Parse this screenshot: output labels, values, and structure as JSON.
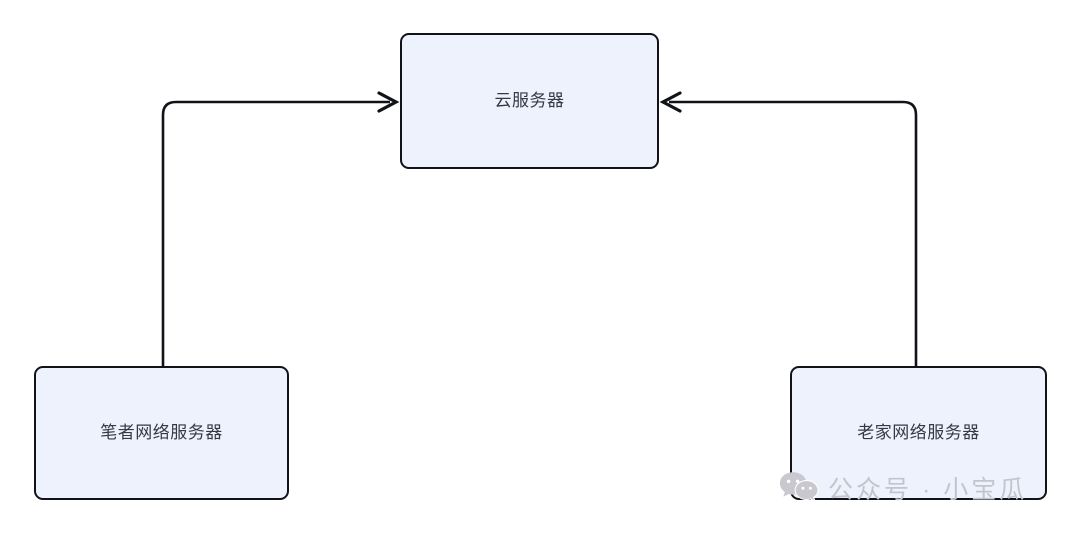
{
  "diagram": {
    "title": "network-topology-diagram",
    "background_color": "#ffffff",
    "node_fill": "#edf2fc",
    "node_border": "#111318",
    "node_text_color": "#333a45",
    "edge_color": "#111318",
    "nodes": [
      {
        "id": "cloud",
        "label": "云服务器"
      },
      {
        "id": "author",
        "label": "笔者网络服务器"
      },
      {
        "id": "home",
        "label": "老家网络服务器"
      }
    ],
    "edges": [
      {
        "from": "笔者网络服务器",
        "to": "云服务器",
        "arrowhead": "to",
        "style": "elbow"
      },
      {
        "from": "老家网络服务器",
        "to": "云服务器",
        "arrowhead": "to",
        "style": "elbow"
      }
    ]
  },
  "watermark": {
    "icon": "wechat-logo-icon",
    "text": "公众号 · 小宝瓜",
    "color": "#c2c5cd"
  }
}
